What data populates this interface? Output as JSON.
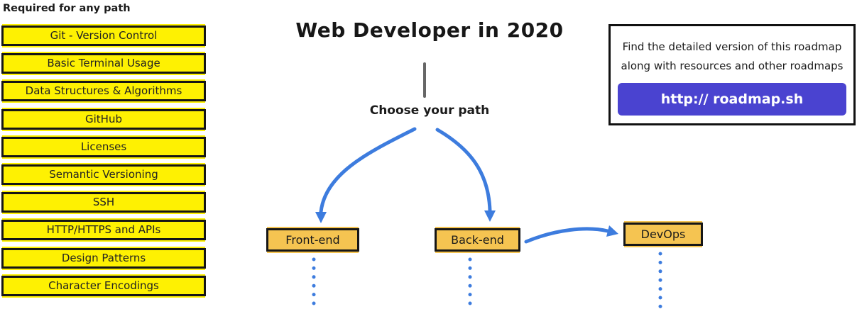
{
  "title": "Web Developer in 2020",
  "choose_path_label": "Choose your path",
  "required_section": {
    "header": "Required for any path",
    "items": [
      "Git - Version Control",
      "Basic Terminal Usage",
      "Data Structures & Algorithms",
      "GitHub",
      "Licenses",
      "Semantic Versioning",
      "SSH",
      "HTTP/HTTPS and APIs",
      "Design Patterns",
      "Character Encodings"
    ]
  },
  "paths": [
    {
      "label": "Front-end"
    },
    {
      "label": "Back-end"
    },
    {
      "label": "DevOps"
    }
  ],
  "info_box": {
    "line1": "Find the detailed version of this roadmap",
    "line2": "along with resources and other roadmaps",
    "button_label": "http:// roadmap.sh"
  },
  "colors": {
    "yellow": "#fef102",
    "amber": "#f5c451",
    "blue": "#3d7cde",
    "purple": "#4a43d0",
    "box_border": "#161616",
    "stem_gray": "#666666"
  }
}
